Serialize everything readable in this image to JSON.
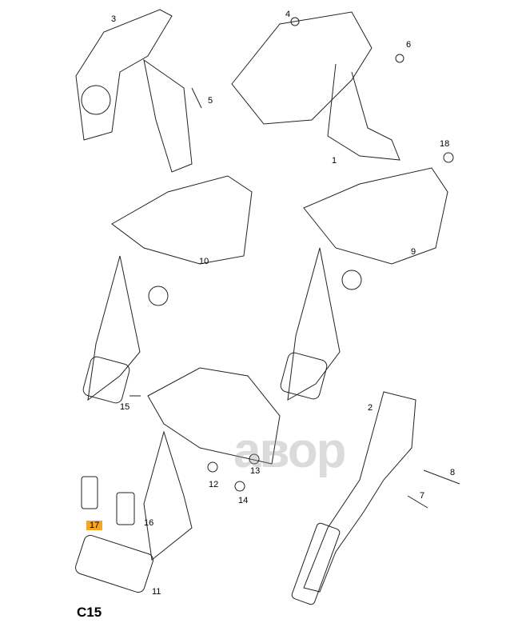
{
  "diagram_code": "C15",
  "watermark": "aвор",
  "highlight_color": "#f5a623",
  "parts": [
    {
      "id": "1",
      "label": "1"
    },
    {
      "id": "2",
      "label": "2"
    },
    {
      "id": "3",
      "label": "3"
    },
    {
      "id": "4",
      "label": "4"
    },
    {
      "id": "5",
      "label": "5"
    },
    {
      "id": "6",
      "label": "6"
    },
    {
      "id": "7",
      "label": "7"
    },
    {
      "id": "8",
      "label": "8"
    },
    {
      "id": "9",
      "label": "9"
    },
    {
      "id": "10",
      "label": "10"
    },
    {
      "id": "11",
      "label": "11"
    },
    {
      "id": "12",
      "label": "12"
    },
    {
      "id": "13",
      "label": "13"
    },
    {
      "id": "14",
      "label": "14"
    },
    {
      "id": "15",
      "label": "15"
    },
    {
      "id": "16",
      "label": "16"
    },
    {
      "id": "17",
      "label": "17",
      "highlighted": true
    },
    {
      "id": "18",
      "label": "18"
    }
  ]
}
